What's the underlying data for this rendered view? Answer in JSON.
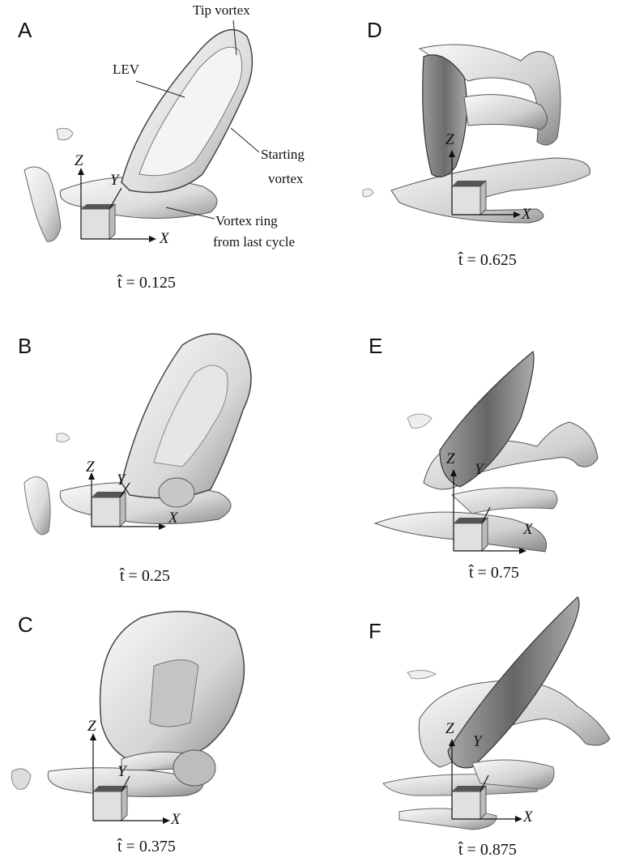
{
  "figure": {
    "panels": [
      {
        "id": "A",
        "letter": "A",
        "time": "t̂ = 0.125"
      },
      {
        "id": "B",
        "letter": "B",
        "time": "t̂ = 0.25"
      },
      {
        "id": "C",
        "letter": "C",
        "time": "t̂ = 0.375"
      },
      {
        "id": "D",
        "letter": "D",
        "time": "t̂ = 0.625"
      },
      {
        "id": "E",
        "letter": "E",
        "time": "t̂ = 0.75"
      },
      {
        "id": "F",
        "letter": "F",
        "time": "t̂ = 0.875"
      }
    ],
    "axes": {
      "x": "X",
      "y": "Y",
      "z": "Z"
    },
    "annotations": {
      "tip_vortex": "Tip vortex",
      "lev": "LEV",
      "starting_vortex_1": "Starting",
      "starting_vortex_2": "vortex",
      "vortex_ring_1": "Vortex ring",
      "vortex_ring_2": "from last cycle"
    }
  }
}
